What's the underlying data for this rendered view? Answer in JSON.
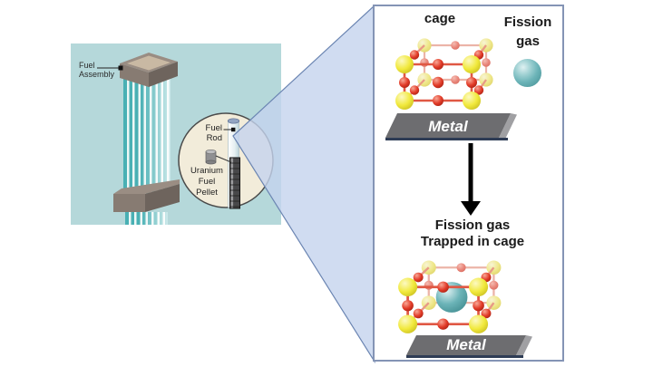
{
  "left_panel": {
    "fuel_assembly_label": {
      "line1": "Fuel",
      "line2": "Assembly"
    },
    "inset": {
      "fuel_rod_label": {
        "line1": "Fuel",
        "line2": "Rod"
      },
      "uranium_pellet_label": {
        "line1": "Uranium",
        "line2": "Fuel",
        "line3": "Pellet"
      }
    }
  },
  "right_panel": {
    "cage_label": "cage",
    "fission_gas_label": {
      "line1": "Fission",
      "line2": "gas"
    },
    "metal_top_label": "Metal",
    "trapped_label": {
      "line1": "Fission gas",
      "line2": "Trapped in cage"
    },
    "metal_bottom_label": "Metal"
  },
  "colors": {
    "teal_background": "#b5d8da",
    "inset_circle_fill": "#f2ecda",
    "beam_fill": "rgba(196,211,238,0.8)",
    "beam_edge": "#6b85b2",
    "panel_border": "#8494b5",
    "metal_gray": "#6d6d70",
    "metal_bevel": "#a0a0a3",
    "metal_shadow_navy": "#2e3c55",
    "metal_text": "#ffffff",
    "atom_yellow": "#f1e93c",
    "atom_red": "#e23b28",
    "bond_red": "#e05844",
    "bond_faded": "#ecb4a8",
    "bond_connector": "#e89a86",
    "gas_teal": "#6cb4b8",
    "arrow_black": "#000000",
    "cap_gray_brown": "#877b72",
    "cap_dark_side": "#6e645d",
    "cap_top_light": "#9a8d83",
    "cap_tan_inset": "#c9b9a3",
    "rod_teal": "#49b0b4"
  }
}
